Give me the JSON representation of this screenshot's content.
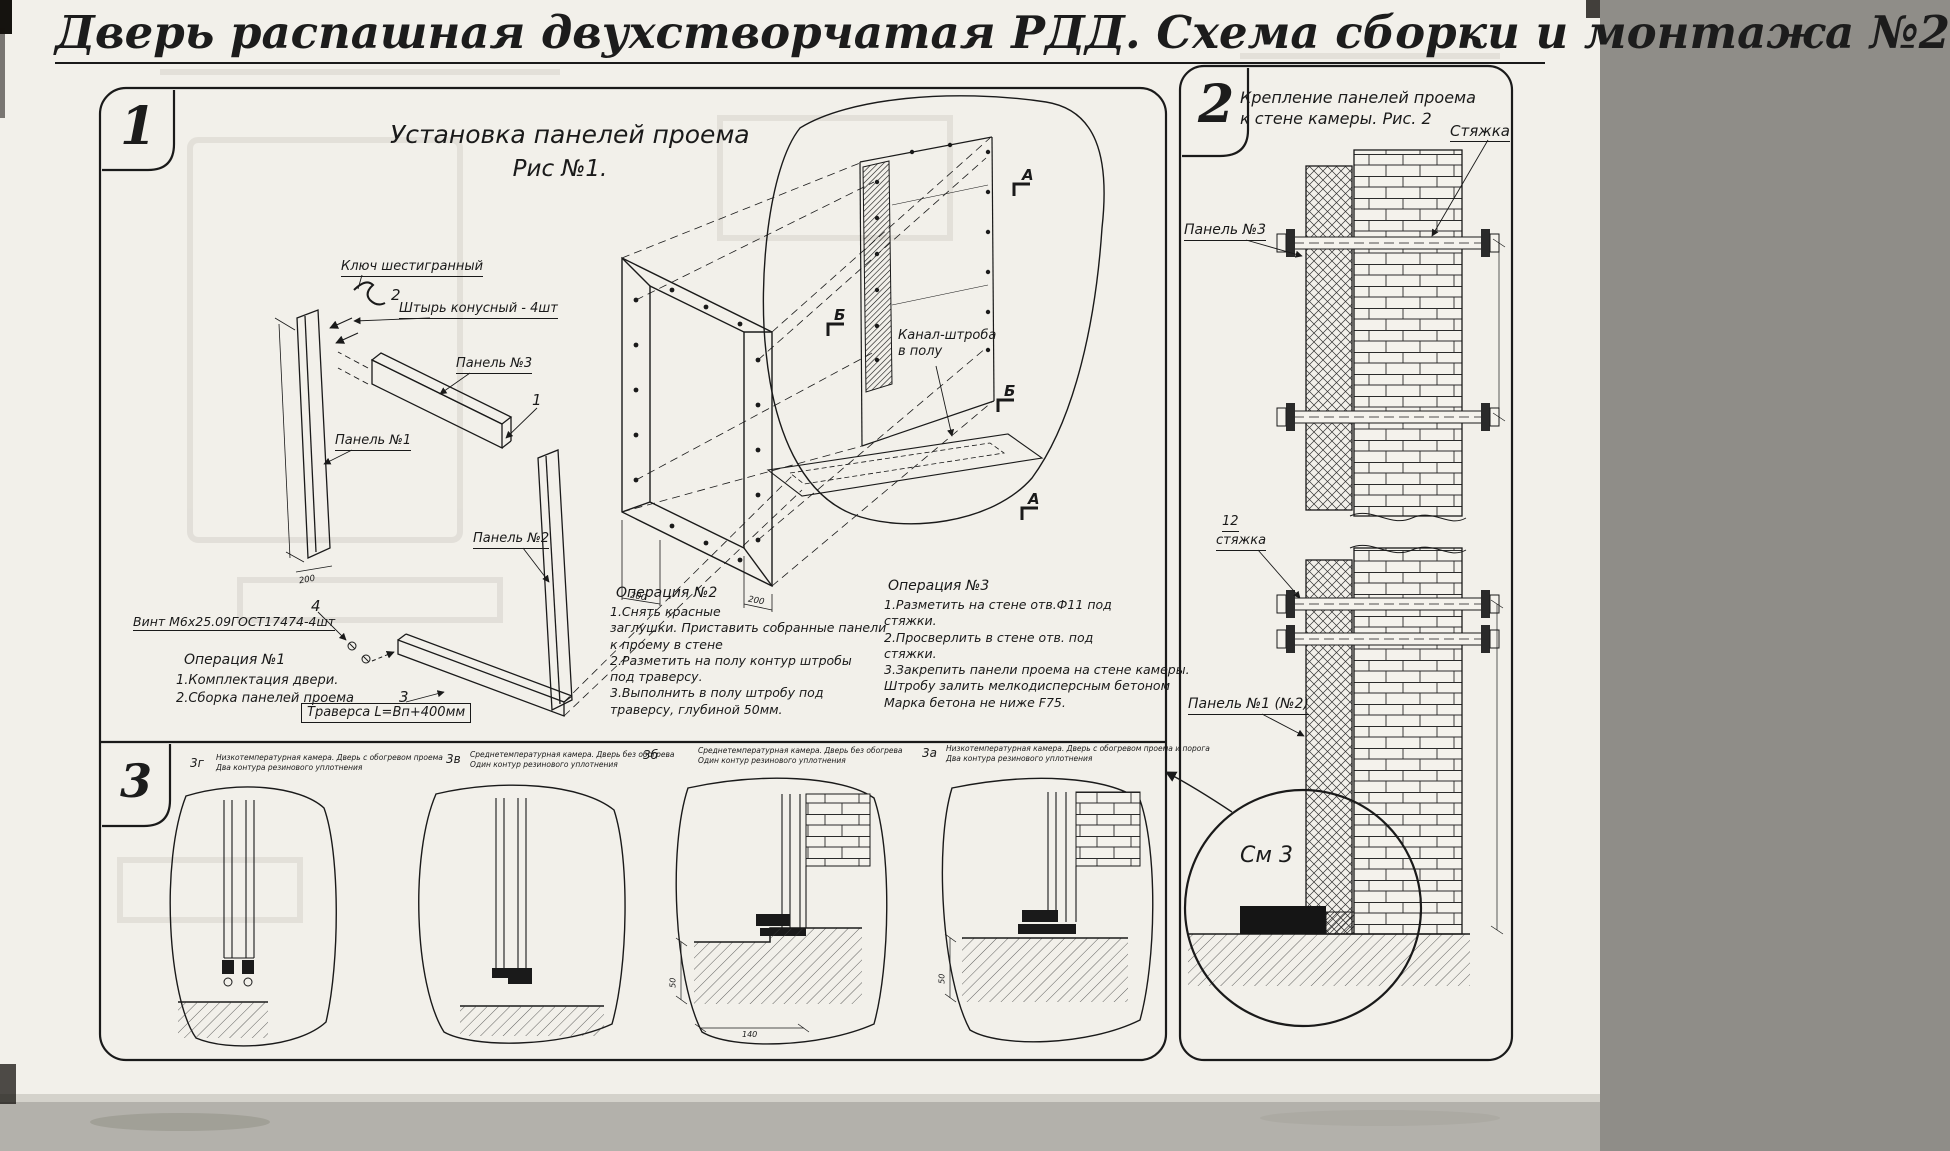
{
  "page": {
    "title": "Дверь распашная двухстворчатая РДД.  Схема сборки и монтажа №2"
  },
  "section1": {
    "badge": "1",
    "fig_title": "Установка панелей проема",
    "fig_sub": "Рис №1.",
    "labels": {
      "hex_key": "Ключ шестигранный",
      "pin_num": "2",
      "pin": "Штырь конусный - 4шт",
      "panel3": "Панель №3",
      "panel3_num": "1",
      "panel1": "Панель №1",
      "panel2": "Панель №2",
      "screw_num": "4",
      "screw": "Винт М6х25.09ГОСТ17474-4шт",
      "traverse_num": "3",
      "traverse": "Траверса  L=Вп+400мм",
      "channel": "Канал-штроба\nв полу",
      "marker_a": "А",
      "marker_b": "Б"
    },
    "dims": {
      "d1": "200",
      "d2": "200",
      "d3": "200"
    },
    "op1": {
      "title": "Операция №1",
      "body": "1.Комплектация двери.\n2.Сборка панелей проема"
    },
    "op2": {
      "title": "Операция №2",
      "body": "1.Снять красные\nзаглушки. Приставить собранные панели\nк проему в стене\n2.Разметить на полу контур штробы\nпод траверсу.\n3.Выполнить в полу штробу под\nтраверсу, глубиной 50мм."
    },
    "op3": {
      "title": "Операция №3",
      "body": "1.Разметить на стене отв.Ф11 под\nстяжки.\n2.Просверлить в стене отв.  под\nстяжки.\n3.Закрепить панели проема на стене камеры.\nШтробу залить мелкодисперсным бетоном\nМарка бетона не ниже   F75."
    }
  },
  "section2": {
    "badge": "2",
    "fig_title": "Крепление панелей проема\nк стене камеры. Рис. 2",
    "labels": {
      "tie_top": "Стяжка",
      "panel3": "Панель №3",
      "tie_num": "12",
      "tie_mid": "стяжка",
      "panel12": "Панель №1 (№2)",
      "see_detail": "См 3"
    }
  },
  "section3": {
    "badge": "3",
    "dims": {
      "d50a": "50",
      "d50b": "50",
      "d140": "140"
    },
    "details": [
      {
        "id": "3г",
        "caption": "Низкотемпературная камера. Дверь с обогревом проема\nДва контура резинового уплотнения"
      },
      {
        "id": "3в",
        "caption": "Среднетемпературная камера. Дверь без обогрева\nОдин контур резинового уплотнения"
      },
      {
        "id": "3б",
        "caption": "Среднетемпературная камера. Дверь без обогрева\nОдин контур резинового уплотнения"
      },
      {
        "id": "3а",
        "caption": "Низкотемпературная камера. Дверь с обогревом проема и порога\nДва контура резинового уплотнения"
      }
    ]
  }
}
